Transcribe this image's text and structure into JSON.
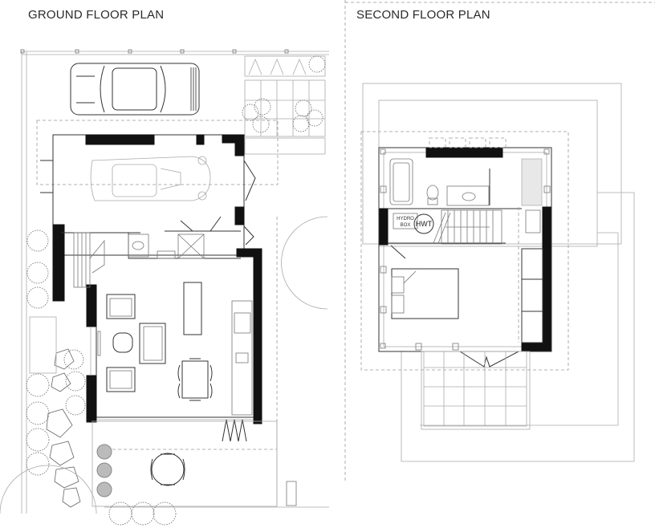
{
  "titles": {
    "ground": "GROUND FLOOR PLAN",
    "second": "SECOND FLOOR PLAN"
  },
  "second_floor": {
    "hydro_box_line1": "HYDRO",
    "hydro_box_line2": "BOX",
    "hot_water_tank": "HWT"
  },
  "colors": {
    "wall": "#111111",
    "line": "#333333",
    "background": "#ffffff"
  }
}
